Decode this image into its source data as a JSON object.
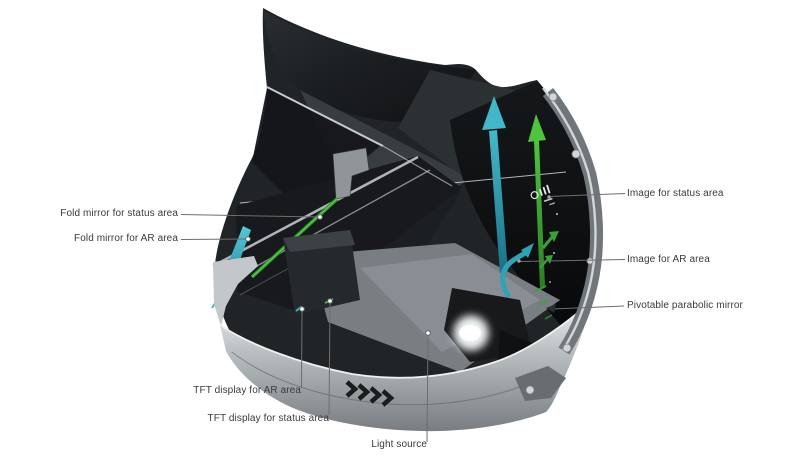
{
  "figure": {
    "subject": "Cutaway technical diagram of an augmented-reality head-up display (AR HUD) unit",
    "labels": {
      "fold_mirror_status": "Fold mirror for status area",
      "fold_mirror_ar": "Fold mirror for AR area",
      "image_status": "Image for status area",
      "image_ar": "Image for AR area",
      "parabolic_mirror": "Pivotable parabolic mirror",
      "tft_ar": "TFT display for AR area",
      "tft_status": "TFT display for status area",
      "light_source": "Light source"
    },
    "colors": {
      "background": "#ffffff",
      "ar_accent": "#2fa3b4",
      "status_accent": "#3fae37",
      "label_text": "#3a3a3a",
      "leader_line": "#6e6e6e"
    }
  }
}
